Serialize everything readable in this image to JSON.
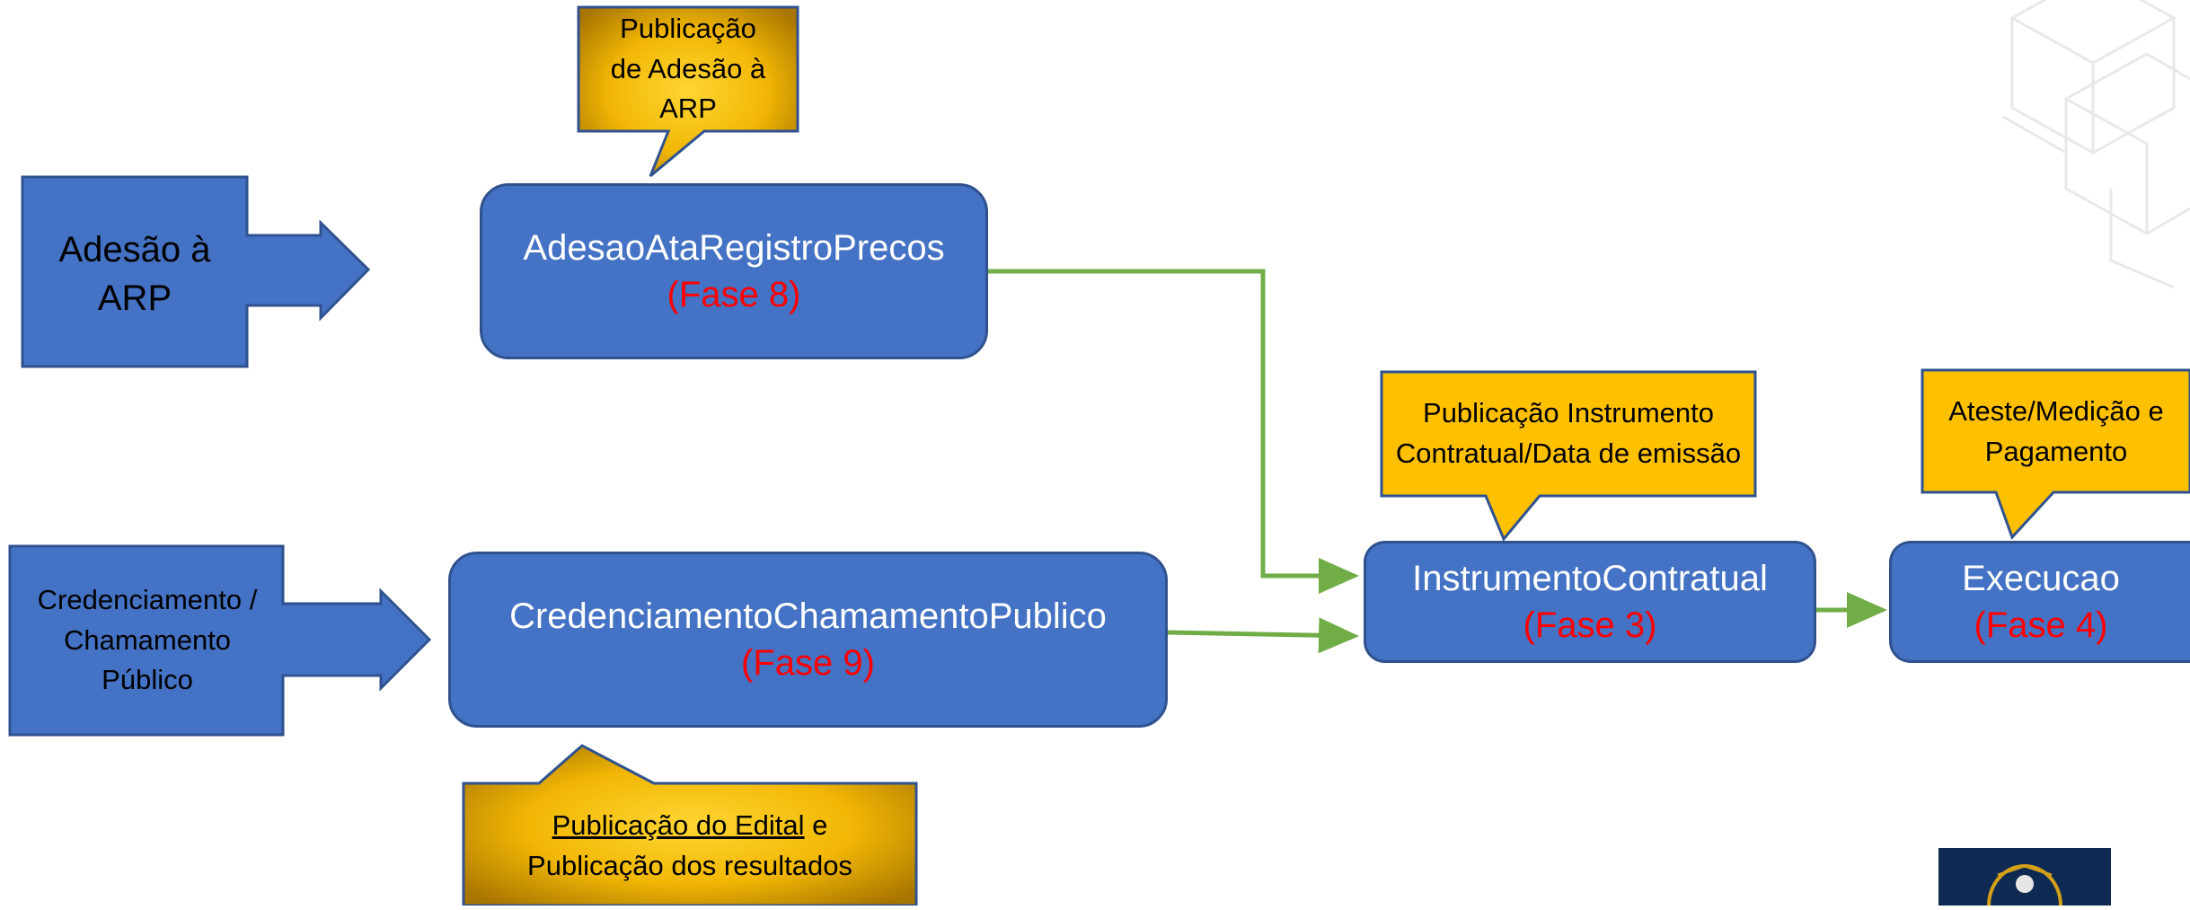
{
  "entry_arrows": {
    "adesao": "Adesão à ARP",
    "credenciamento": "Credenciamento / Chamamento Público"
  },
  "processes": {
    "adesao_ata": {
      "name": "AdesaoAtaRegistroPrecos",
      "phase": "(Fase 8)"
    },
    "credenciamento": {
      "name": "CredenciamentoChamamentoPublico",
      "phase": "(Fase 9)"
    },
    "instrumento": {
      "name": "InstrumentoContratual",
      "phase": "(Fase 3)"
    },
    "execucao": {
      "name": "Execucao",
      "phase": "(Fase 4)"
    }
  },
  "callouts": {
    "adesao_pub": "Publicação de Adesão à ARP",
    "instrumento_pub": "Publicação Instrumento Contratual/Data de emissão",
    "execucao_pub": "Ateste/Medição e Pagamento",
    "edital_pub_underlined": "Publicação do Edital",
    "edital_pub_rest": " e Publicação dos resultados"
  },
  "colors": {
    "process_fill": "#4472c4",
    "process_border": "#2f528f",
    "phase_text": "#ff0000",
    "callout_fill": "#ffc000",
    "connector": "#70ad47"
  }
}
